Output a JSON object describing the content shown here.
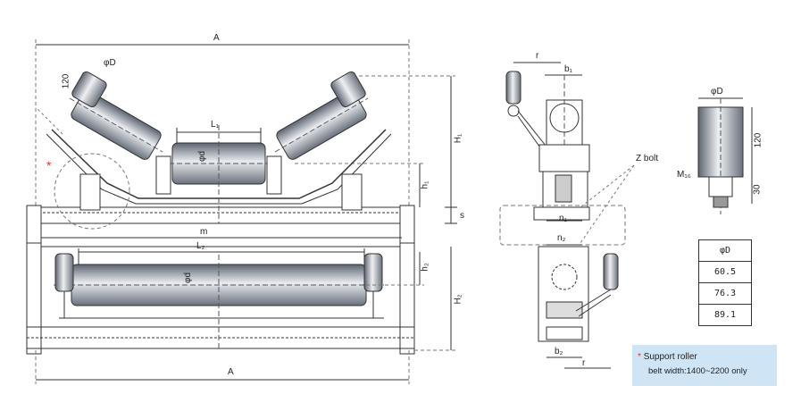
{
  "labels": {
    "dim_A_top": "A",
    "dim_A_bottom": "A",
    "dim_phiD_left": "φD",
    "dim_120_left": "120",
    "dim_L1": "L₁",
    "dim_phid_upper": "φd",
    "dim_H1": "H₁",
    "dim_h1": "h₁",
    "dim_s": "s",
    "dim_m": "m",
    "dim_L2": "L₂",
    "dim_phid_lower": "φd",
    "dim_h2": "h₂",
    "dim_H2": "H₂",
    "dim_r_top": "r",
    "dim_b1": "b₁",
    "dim_n1": "n₁",
    "dim_n2": "n₂",
    "dim_b2": "b₂",
    "dim_r_bottom": "r",
    "z_bolt": "Z bolt",
    "dim_phiD_right": "φD",
    "dim_120_right": "120",
    "dim_M16": "M₁₆",
    "dim_30": "30",
    "support_marker": "*"
  },
  "table": {
    "header": "φD",
    "rows": [
      "60.5",
      "76.3",
      "89.1"
    ]
  },
  "note": {
    "marker": "*",
    "line1": "Support roller",
    "line2": "belt width:1400~2200 only"
  },
  "colors": {
    "line": "#333333",
    "dash": "#666666",
    "roller_dark": "#5d6470",
    "roller_light": "#e9ecf0",
    "marker_red": "#d33333",
    "note_bg": "#cfe4f5"
  }
}
